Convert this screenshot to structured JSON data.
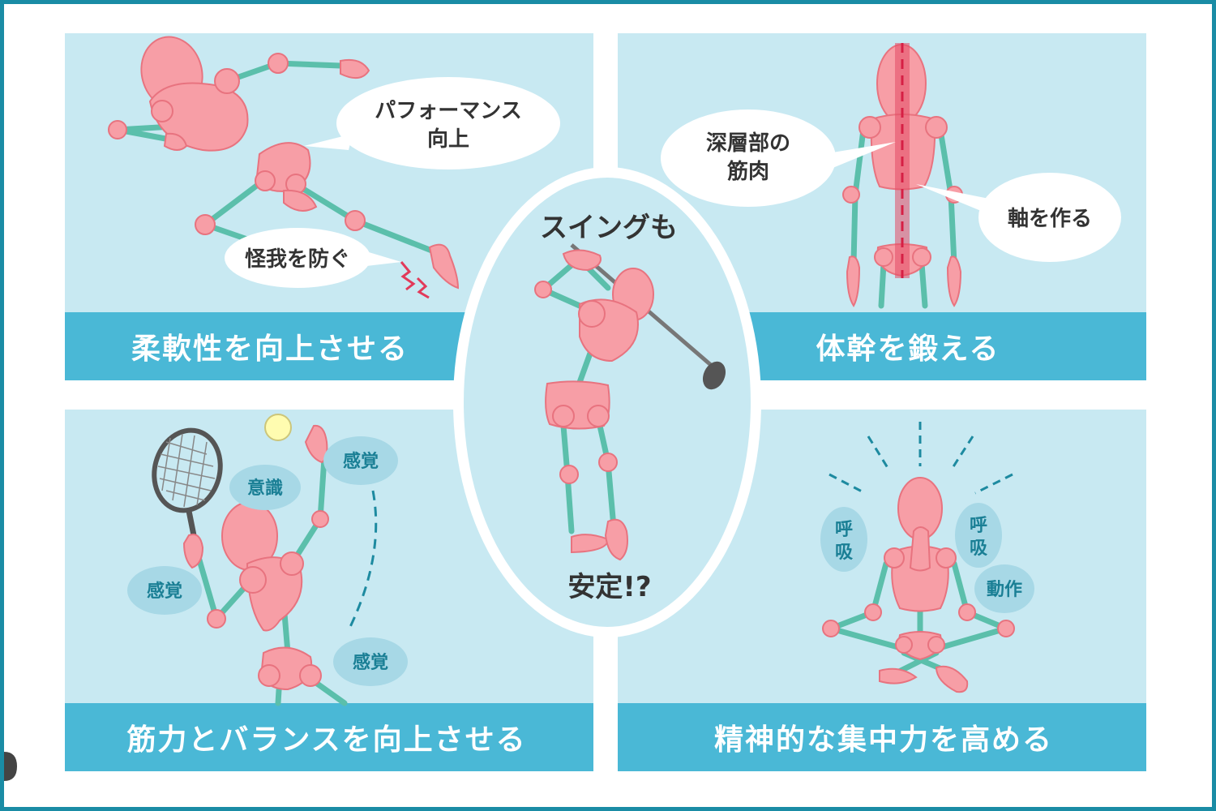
{
  "colors": {
    "frame": "#1a8ca5",
    "panel_bg": "#c8e9f2",
    "banner": "#4ab8d6",
    "body_pink": "#f79ea6",
    "body_outline": "#e8737f",
    "limb_teal": "#5bbfab",
    "oval_blue": "#a7d8e6",
    "dash_teal": "#1d8aa0"
  },
  "panels": {
    "flexibility": {
      "banner": "柔軟性を向上させる",
      "bubble_performance_line1": "パフォーマンス",
      "bubble_performance_line2": "向上",
      "bubble_injury": "怪我を防ぐ"
    },
    "core": {
      "banner": "体幹を鍛える",
      "bubble_deep_line1": "深層部の",
      "bubble_deep_line2": "筋肉",
      "bubble_axis": "軸を作る"
    },
    "balance": {
      "banner": "筋力とバランスを向上させる",
      "oval_awareness": "意識",
      "oval_sense_top": "感覚",
      "oval_sense_left": "感覚",
      "oval_sense_bottom": "感覚"
    },
    "focus": {
      "banner": "精神的な集中力を高める",
      "oval_breath_left_1": "呼",
      "oval_breath_left_2": "吸",
      "oval_breath_right_1": "呼",
      "oval_breath_right_2": "吸",
      "oval_motion": "動作"
    }
  },
  "center": {
    "top_text": "スイングも",
    "bottom_text": "安定!?"
  },
  "icons": {
    "injury": "lightning-zigzag-icon",
    "racket": "tennis-racket-icon",
    "ball": "tennis-ball-icon",
    "club": "golf-club-icon"
  }
}
